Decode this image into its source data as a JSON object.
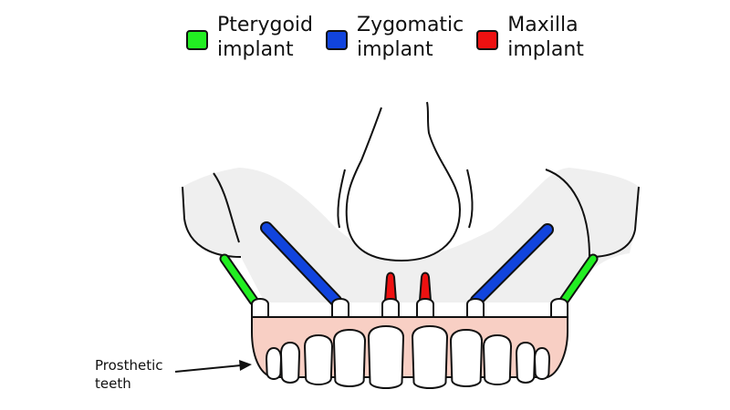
{
  "legend": [
    {
      "line1": "Pterygoid",
      "line2": "implant",
      "color": "#22ee22"
    },
    {
      "line1": "Zygomatic",
      "line2": "implant",
      "color": "#1144dd"
    },
    {
      "line1": "Maxilla",
      "line2": "implant",
      "color": "#ee1111"
    }
  ],
  "callout": {
    "line1": "Prosthetic",
    "line2": "teeth"
  },
  "colors": {
    "bone": "#efefef",
    "gum": "#f8cfc4",
    "outline": "#111111",
    "tooth": "#ffffff"
  }
}
